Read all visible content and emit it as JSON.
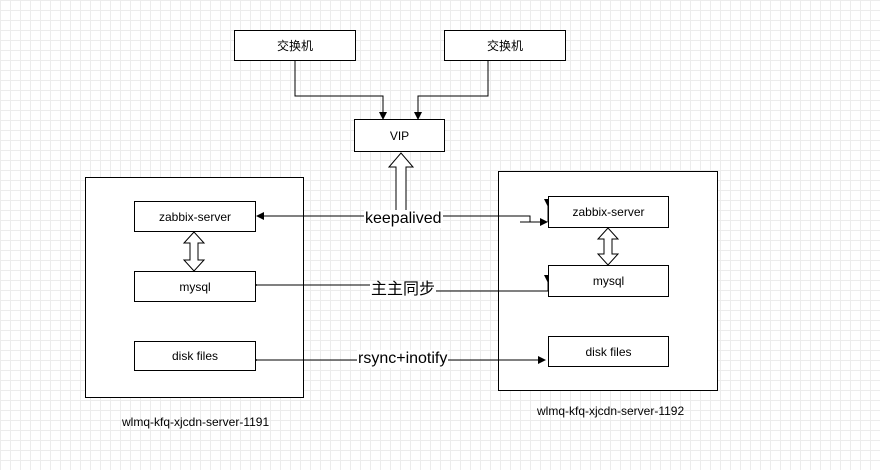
{
  "switches": [
    "交换机",
    "交换机"
  ],
  "vip": "VIP",
  "servers": [
    {
      "name": "wlmq-kfq-xjcdn-server-1191",
      "components": [
        "zabbix-server",
        "mysql",
        "disk files"
      ]
    },
    {
      "name": "wlmq-kfq-xjcdn-server-1192",
      "components": [
        "zabbix-server",
        "mysql",
        "disk files"
      ]
    }
  ],
  "links": {
    "keepalived": "keepalived",
    "replication": "主主同步",
    "sync": "rsync+inotify"
  }
}
